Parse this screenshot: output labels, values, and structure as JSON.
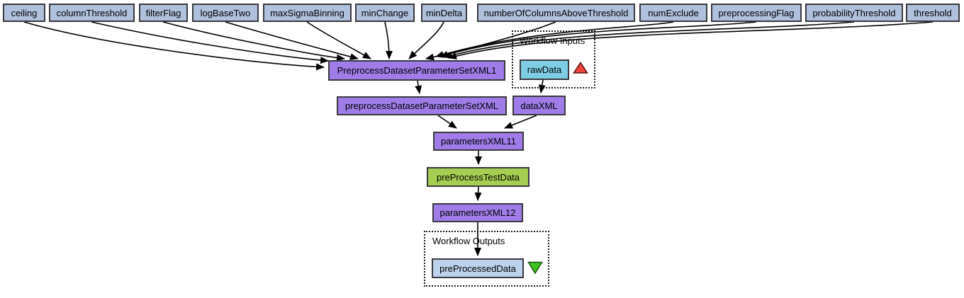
{
  "colors": {
    "parameter_node_fill": "#afc1dc",
    "xml_splitter_fill": "#9f7ce8",
    "processor_fill": "#a5ce52",
    "workflow_input_fill": "#7dcee4",
    "workflow_output_fill": "#bdd2ec",
    "input_marker_fill": "#f2413c",
    "output_marker_fill": "#3fc41e",
    "edge_color": "#000000"
  },
  "parameter_inputs": [
    "ceiling",
    "columnThreshold",
    "filterFlag",
    "logBaseTwo",
    "maxSigmaBinning",
    "minChange",
    "minDelta",
    "numberOfColumnsAboveThreshold",
    "numExclude",
    "preprocessingFlag",
    "probabilityThreshold",
    "threshold"
  ],
  "groups": {
    "inputs": {
      "label": "Workflow Inputs"
    },
    "outputs": {
      "label": "Workflow Outputs"
    }
  },
  "nodes": {
    "preprocess_param_set_xml1": {
      "label": "PreprocessDatasetParameterSetXML1"
    },
    "raw_data": {
      "label": "rawData"
    },
    "preprocess_param_set_xml": {
      "label": "preprocessDatasetParameterSetXML"
    },
    "data_xml": {
      "label": "dataXML"
    },
    "parameters_xml11": {
      "label": "parametersXML11"
    },
    "pre_process_test_data": {
      "label": "preProcessTestData"
    },
    "parameters_xml12": {
      "label": "parametersXML12"
    },
    "pre_processed_data": {
      "label": "preProcessedData"
    }
  }
}
